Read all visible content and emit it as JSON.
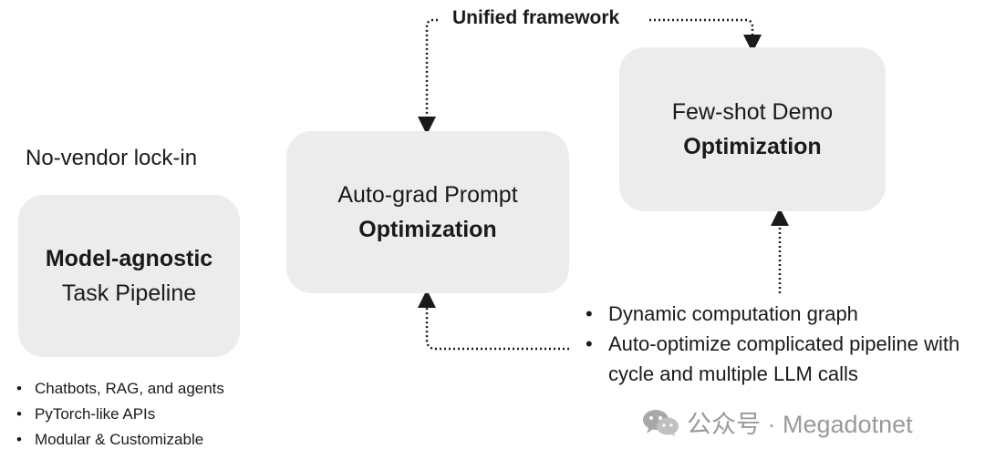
{
  "header": {
    "framework_label": "Unified framework"
  },
  "left": {
    "caption": "No-vendor lock-in",
    "box": {
      "bold": "Model-agnostic",
      "plain": "Task Pipeline"
    },
    "bullets": [
      "Chatbots, RAG, and agents",
      "PyTorch-like APIs",
      "Modular & Customizable"
    ]
  },
  "center": {
    "box": {
      "plain": "Auto-grad Prompt",
      "bold": "Optimization"
    }
  },
  "right": {
    "box": {
      "plain": "Few-shot Demo",
      "bold": "Optimization"
    },
    "bullets": [
      "Dynamic computation graph",
      "Auto-optimize complicated pipeline with cycle and multiple LLM calls"
    ]
  },
  "watermark": {
    "text": "公众号 · Megadotnet",
    "icon": "wechat-icon"
  },
  "colors": {
    "box_fill": "#ececec",
    "text": "#1a1a1a",
    "watermark": "#9a9a9a"
  }
}
